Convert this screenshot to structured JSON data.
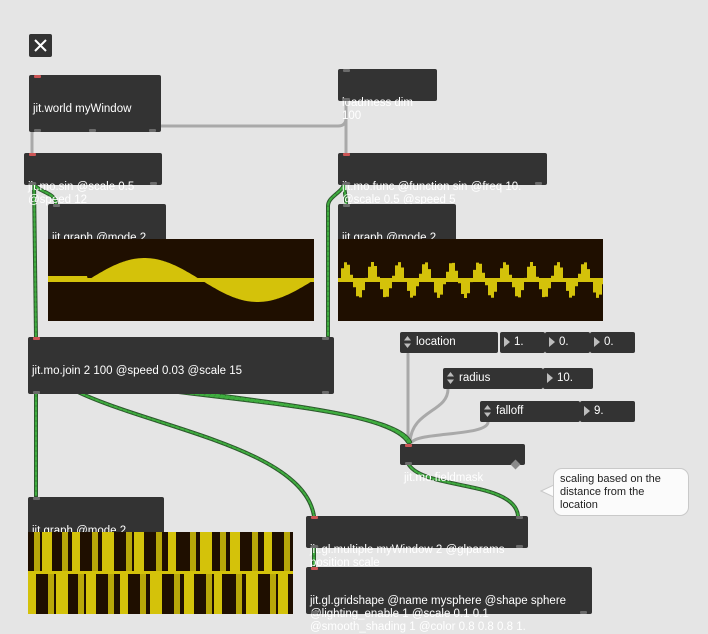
{
  "colors": {
    "background": "#e5e5e5",
    "object": "#333333",
    "graph_bg": "#1f0f00",
    "graph_fg": "#d4c20a",
    "patchcord_signal": "#3b9a3b",
    "patchcord_message": "#a9a9a9"
  },
  "objects": {
    "close_toggle": "close-icon",
    "jit_world": "jit.world myWindow",
    "loadmess": "loadmess dim\n100",
    "sin": "jit.mo.sin @scale 0.5\n@speed 12",
    "func": "jit.mo.func @function sin @freq 10.\n@scale 0.5 @speed 5",
    "graph_left": "jit.graph @mode 2",
    "graph_right": "jit.graph @mode 2",
    "join": "jit.mo.join 2 100 @speed 0.03 @scale 15",
    "fieldmask": "jit.mo.fieldmask",
    "graph_bottom": "jit.graph @mode 2",
    "multiple": "jit.gl.multiple myWindow 2 @glparams\nposition scale",
    "gridshape": "jit.gl.gridshape @name mysphere @shape sphere\n@lighting_enable 1 @scale 0.1 0.1\n@smooth_shading 1 @color 0.8 0.8 0.8 1."
  },
  "controls": {
    "location": {
      "label": "location",
      "values": [
        "1.",
        "0.",
        "0."
      ]
    },
    "radius": {
      "label": "radius",
      "value": "10."
    },
    "falloff": {
      "label": "falloff",
      "value": "9."
    }
  },
  "comment": "scaling based on the distance from the location"
}
